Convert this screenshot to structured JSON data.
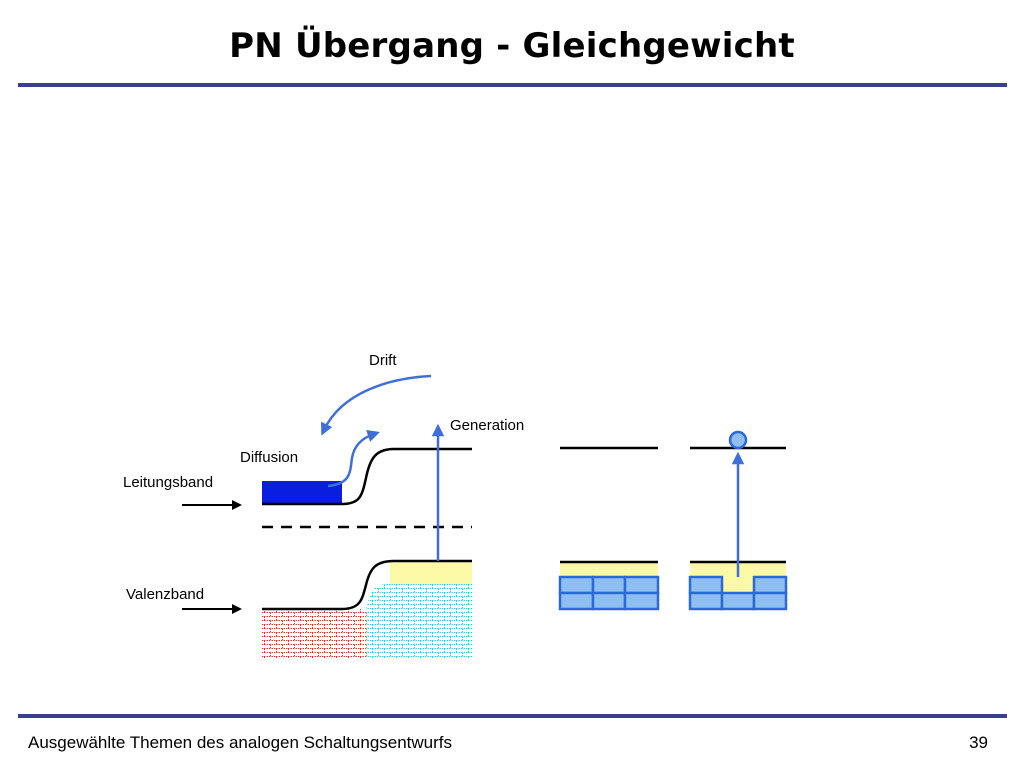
{
  "slide": {
    "title": "PN Übergang - Gleichgewicht",
    "footer_text": "Ausgewählte Themen des analogen Schaltungsentwurfs",
    "page_number": "39"
  },
  "diagram": {
    "labels": {
      "drift": "Drift",
      "generation": "Generation",
      "diffusion": "Diffusion",
      "leitungsband": "Leitungsband",
      "valenzband": "Valenzband"
    },
    "colors": {
      "rule": "#3a3f92",
      "arrow": "#3f6fd6",
      "conduction_fill": "#0a1ee0",
      "p_valence_fill": "#d33a3a",
      "n_valence_fill": "#2fd0d8",
      "hole_region": "#fbf8a6",
      "cell_fill": "#8fbff2",
      "cell_stroke": "#2a6ad6"
    }
  }
}
